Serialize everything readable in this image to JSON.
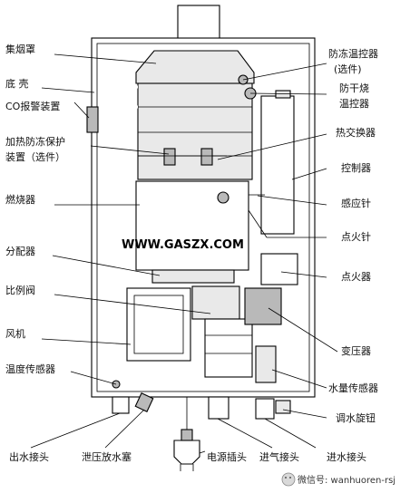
{
  "labels_left": {
    "smoke_hood": "集烟罩",
    "bottom_shell": "底 壳",
    "co_alarm": "CO报警装置",
    "heat_antifreeze_line1": "加热防冻保护",
    "heat_antifreeze_line2": "装置（选件）",
    "burner": "燃烧器",
    "distributor": "分配器",
    "proportional_valve": "比例阀",
    "fan": "风机",
    "temp_sensor": "温度传感器"
  },
  "labels_right": {
    "antifreeze_thermostat_line1": "防冻温控器",
    "antifreeze_thermostat_line2": "(选件)",
    "dryfire_line1": "防干烧",
    "dryfire_line2": "温控器",
    "heat_exchanger": "热交换器",
    "controller": "控制器",
    "sensing_needle": "感应针",
    "ignition_needle": "点火针",
    "igniter": "点火器",
    "transformer": "变压器",
    "water_sensor": "水量传感器",
    "water_knob": "调水旋钮"
  },
  "labels_bottom": {
    "water_outlet": "出水接头",
    "drain_plug": "泄压放水塞",
    "power_plug": "电源插头",
    "gas_inlet": "进气接头",
    "water_inlet": "进水接头"
  },
  "watermark": "WWW.GASZX.COM",
  "wechat": "微信号: wanhuoren-rsj"
}
